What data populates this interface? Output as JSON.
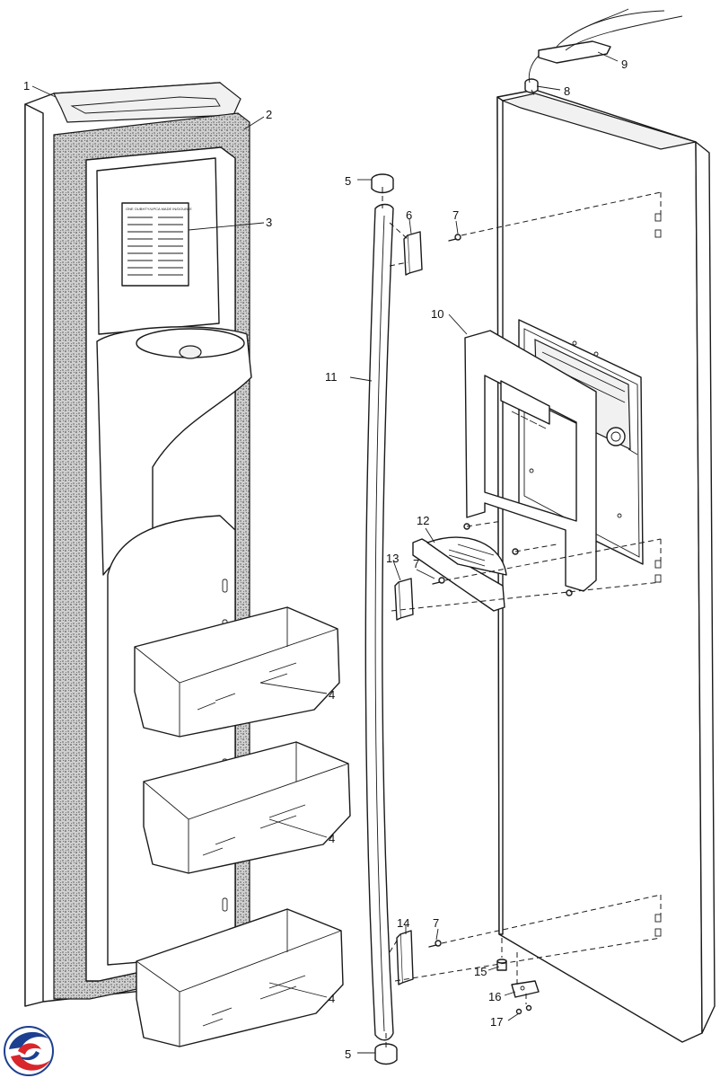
{
  "label_text": "ONE OUBHTY/UPCA MADE IN/DOUBLE",
  "callouts": [
    {
      "id": "c1",
      "text": "1"
    },
    {
      "id": "c2",
      "text": "2"
    },
    {
      "id": "c3",
      "text": "3"
    },
    {
      "id": "c4a",
      "text": "4"
    },
    {
      "id": "c4b",
      "text": "4"
    },
    {
      "id": "c4c",
      "text": "4"
    },
    {
      "id": "c5a",
      "text": "5"
    },
    {
      "id": "c5b",
      "text": "5"
    },
    {
      "id": "c6",
      "text": "6"
    },
    {
      "id": "c7a",
      "text": "7"
    },
    {
      "id": "c7b",
      "text": "7"
    },
    {
      "id": "c7c",
      "text": "7"
    },
    {
      "id": "c8",
      "text": "8"
    },
    {
      "id": "c9",
      "text": "9"
    },
    {
      "id": "c10",
      "text": "10"
    },
    {
      "id": "c11",
      "text": "11"
    },
    {
      "id": "c12",
      "text": "12"
    },
    {
      "id": "c13",
      "text": "13"
    },
    {
      "id": "c14",
      "text": "14"
    },
    {
      "id": "c15",
      "text": "15"
    },
    {
      "id": "c16",
      "text": "16"
    },
    {
      "id": "c17",
      "text": "17"
    }
  ],
  "logo_colors": {
    "red": "#d8262c",
    "blue": "#1d3f8f"
  }
}
